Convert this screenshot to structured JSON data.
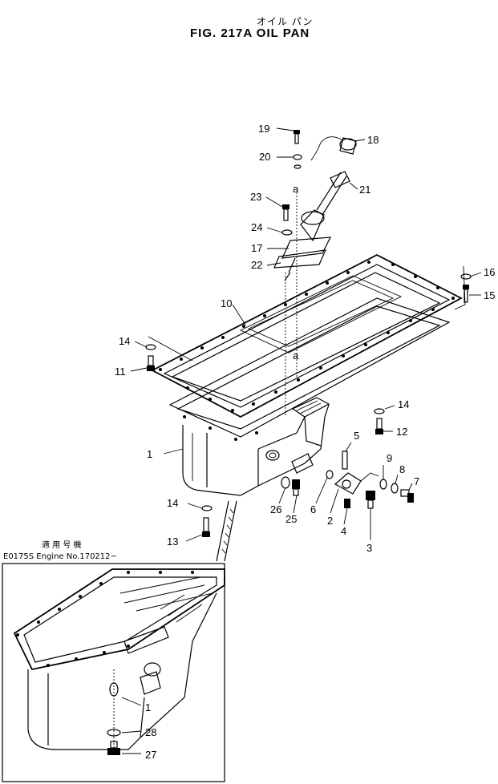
{
  "header": {
    "title_jp": "オイル パン",
    "title": "FIG. 217A   OIL   PAN"
  },
  "inset": {
    "heading_jp": "適 用 号 機",
    "heading": "E0175S Engine No.170212~"
  },
  "callouts": [
    "1",
    "2",
    "3",
    "4",
    "5",
    "6",
    "7",
    "8",
    "9",
    "10",
    "11",
    "12",
    "13",
    "14",
    "15",
    "16",
    "17",
    "18",
    "19",
    "20",
    "21",
    "22",
    "23",
    "24",
    "25",
    "26",
    "27",
    "28"
  ],
  "ref_letter": "a",
  "inset_callouts": [
    "1",
    "28",
    "27"
  ]
}
